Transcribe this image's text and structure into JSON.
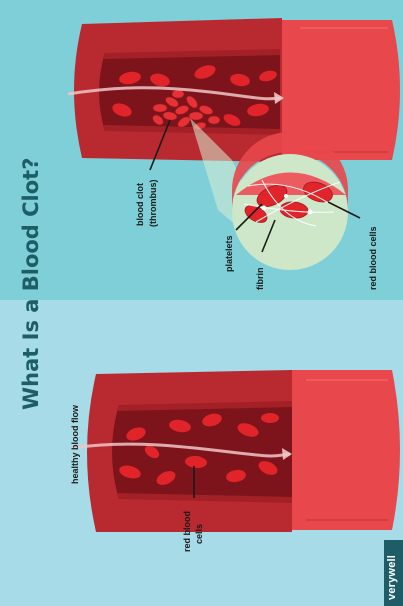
{
  "title": "What Is a Blood Clot?",
  "brand": "verywell",
  "colors": {
    "background_top": "#7ecfd8",
    "background_bottom": "#a7dbe7",
    "title": "#1e5d68",
    "vessel_dark": "#9a1c24",
    "vessel_mid": "#b82a30",
    "vessel_light": "#e8474b",
    "red_blood_cell": "#e0242a",
    "flow_arrow": "#f0c6c6",
    "magnifier": "#cde7c8"
  },
  "labels": {
    "blood_clot": "blood clot",
    "thrombus": "(thrombus)",
    "platelets": "platelets",
    "fibrin": "fibrin",
    "red_blood_cells_clot": "red blood cells",
    "healthy_blood_flow": "healthy blood flow",
    "red_blood_cells_healthy_line1": "red blood",
    "red_blood_cells_healthy_line2": "cells"
  }
}
